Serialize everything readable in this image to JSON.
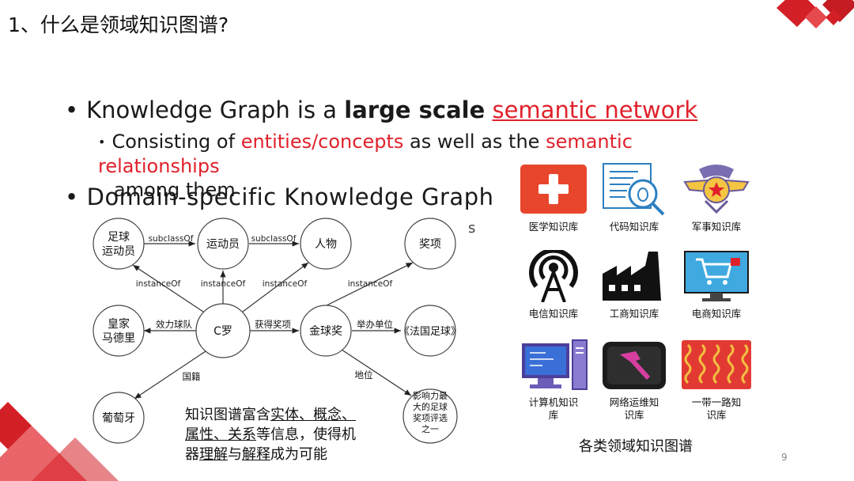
{
  "slide": {
    "title": "1、什么是领域知识图谱?",
    "page_number": "9"
  },
  "bullets": {
    "b1_prefix": "Knowledge Graph is a ",
    "b1_bold": "large scale",
    "b1_space": " ",
    "b1_red": "semantic network",
    "b2_prefix": "Consisting of ",
    "b2_red1": "entities/concepts",
    "b2_mid": " as well as the ",
    "b2_red2": "semantic relationships",
    "b2_suffix": " among them",
    "b3": "Domain-specific Knowledge Graph",
    "stray_char": "s"
  },
  "graph": {
    "nodes": {
      "football_player": [
        "足球",
        "运动员"
      ],
      "athlete": "运动员",
      "person": "人物",
      "award": "奖项",
      "real_madrid": [
        "皇家",
        "马德里"
      ],
      "c_ronaldo": "C罗",
      "golden_ball": "金球奖",
      "france_football": "《法国足球》",
      "portugal": "葡萄牙",
      "most_influential": [
        "影响力最",
        "大的足球",
        "奖项评选",
        "之一"
      ]
    },
    "edges": {
      "subclass1": "subclassOf",
      "subclass2": "subclassOf",
      "instance1": "instanceOf",
      "instance2": "instanceOf",
      "instance3": "instanceOf",
      "instance4": "instanceOf",
      "plays_for": "效力球队",
      "won_award": "获得奖项",
      "organizer": "举办单位",
      "nationality": "国籍",
      "status": "地位"
    }
  },
  "note": {
    "l1_a": "知识图谱富含",
    "l1_b": "实体、概念、",
    "l2_a": "属性、关系",
    "l2_b": "等信息，使得机",
    "l3_a": "器",
    "l3_b": "理解",
    "l3_c": "与",
    "l3_d": "解释",
    "l3_e": "成为可能"
  },
  "knowledge_bases": [
    {
      "label": "医学知识库",
      "icon": "medical-cross-icon"
    },
    {
      "label": "代码知识库",
      "icon": "code-bug-icon"
    },
    {
      "label": "军事知识库",
      "icon": "military-badge-icon"
    },
    {
      "label": "电信知识库",
      "icon": "antenna-icon"
    },
    {
      "label": "工商知识库",
      "icon": "factory-icon"
    },
    {
      "label": "电商知识库",
      "icon": "shopping-cart-icon"
    },
    {
      "label": "计算机知识库",
      "icon": "computer-icon"
    },
    {
      "label": "网络运维知识库",
      "icon": "hammer-folder-icon"
    },
    {
      "label": "一带一路知识库",
      "icon": "silk-pattern-icon"
    }
  ],
  "kb_labels": {
    "medical": "医学知识库",
    "code": "代码知识库",
    "military": "军事知识库",
    "telecom": "电信知识库",
    "industry": "工商知识库",
    "ecommerce": "电商知识库",
    "computer_1": "计算机知识",
    "computer_2": "库",
    "netops_1": "网络运维知",
    "netops_2": "识库",
    "beltroad_1": "一带一路知",
    "beltroad_2": "识库"
  },
  "caption": "各类领域知识图谱",
  "colors": {
    "accent_red": "#e0212b",
    "deco_red": "#d31f26"
  }
}
